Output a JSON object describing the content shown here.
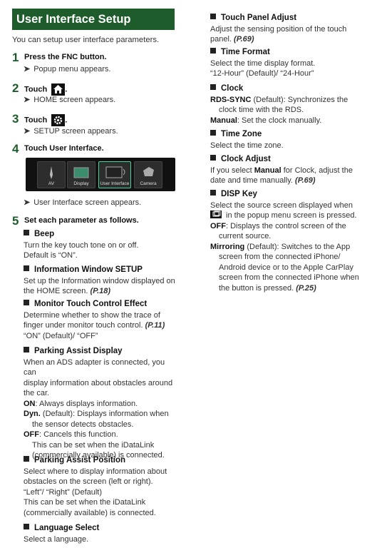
{
  "title": "User Interface Setup",
  "intro": "You can setup user interface parameters.",
  "steps": {
    "s1": {
      "num": "1",
      "pre": "Press the ",
      "key": "FNC",
      "post": " button.",
      "result": "Popup menu appears."
    },
    "s2": {
      "num": "2",
      "text": "Touch",
      "icon": "home-icon",
      "result": "HOME screen appears."
    },
    "s3": {
      "num": "3",
      "text": "Touch",
      "icon": "gear-icon",
      "result": "SETUP screen appears."
    },
    "s4": {
      "num": "4",
      "pre": "Touch ",
      "key": "User Interface",
      "post": ".",
      "result": "User Interface screen appears."
    },
    "s5": {
      "num": "5",
      "text": "Set each parameter as follows."
    }
  },
  "menu_buttons": [
    {
      "label": "AV",
      "icon": "pen-icon"
    },
    {
      "label": "Display",
      "icon": "display-icon"
    },
    {
      "label": "User Interface",
      "icon": "user-interface-icon"
    },
    {
      "label": "Camera",
      "icon": "camera-icon"
    }
  ],
  "left_sections": {
    "beep": {
      "head": "Beep",
      "l1": "Turn the key touch tone on or off.",
      "l2": "Default is “ON”."
    },
    "info": {
      "head": "Information Window SETUP",
      "l1": "Set up the Information window displayed on",
      "l2": "the HOME screen. ",
      "ref": "(P.18)"
    },
    "mtc": {
      "head": "Monitor Touch Control Effect",
      "l1": "Determine whether to show the trace of",
      "l2": "finger under monitor touch control. ",
      "ref": "(P.11)",
      "l3": "“ON” (Default)/ “OFF”"
    },
    "pad": {
      "head": "Parking Assist Display",
      "l1": "When an ADS adapter is connected, you can",
      "l2": "display information about obstacles around",
      "l3": "the car.",
      "o1k": "ON",
      "o1": ": Always displays information.",
      "o2k": "Dyn.",
      "o2a": " (Default): Displays information when",
      "o2b": "the sensor detects obstacles.",
      "o3k": "OFF",
      "o3a": ": Cancels this function.",
      "o3b": "This can be set when the iDataLink",
      "o3c": "(commercially available) is connected."
    },
    "pap": {
      "head": "Parking Assist Position",
      "l1": "Select where to display information about",
      "l2": "obstacles on the screen (left or right).",
      "l3": "“Left”/ “Right” (Default)",
      "l4": "This can be set when the iDataLink",
      "l5": "(commercially available) is connected."
    },
    "lang": {
      "head": "Language Select",
      "l1": "Select a language."
    }
  },
  "right_sections": {
    "tpa": {
      "head": "Touch Panel Adjust",
      "l1": "Adjust the sensing position of the touch",
      "l2": "panel. ",
      "ref": "(P.69)"
    },
    "tf": {
      "head": "Time Format",
      "l1": "Select the time display format.",
      "l2": "“12-Hour” (Default)/ “24-Hour”"
    },
    "clock": {
      "head": "Clock",
      "o1k": "RDS-SYNC",
      "o1a": " (Default): Synchronizes the",
      "o1b": "clock time with the RDS.",
      "o2k": "Manual",
      "o2": ": Set the clock manually."
    },
    "tz": {
      "head": "Time Zone",
      "l1": "Select the time zone."
    },
    "ca": {
      "head": "Clock Adjust",
      "l1a": "If you select ",
      "l1k": "Manual",
      "l1b": " for Clock, adjust the",
      "l2": "date and time manually. ",
      "ref": "(P.69)"
    },
    "disp": {
      "head": "DISP Key",
      "l1": "Select the source screen displayed when",
      "l2": " in the popup menu screen is pressed.",
      "o1k": "OFF",
      "o1a": ": Displays the control screen of the",
      "o1b": "current source.",
      "o2k": "Mirroring",
      "o2a": " (Default): Switches to the App",
      "o2b": "screen from the connected iPhone/",
      "o2c": "Android device or to the Apple CarPlay",
      "o2d": "screen from the connected iPhone when",
      "o2e": "the button is pressed. ",
      "ref": "(P.25)"
    }
  }
}
